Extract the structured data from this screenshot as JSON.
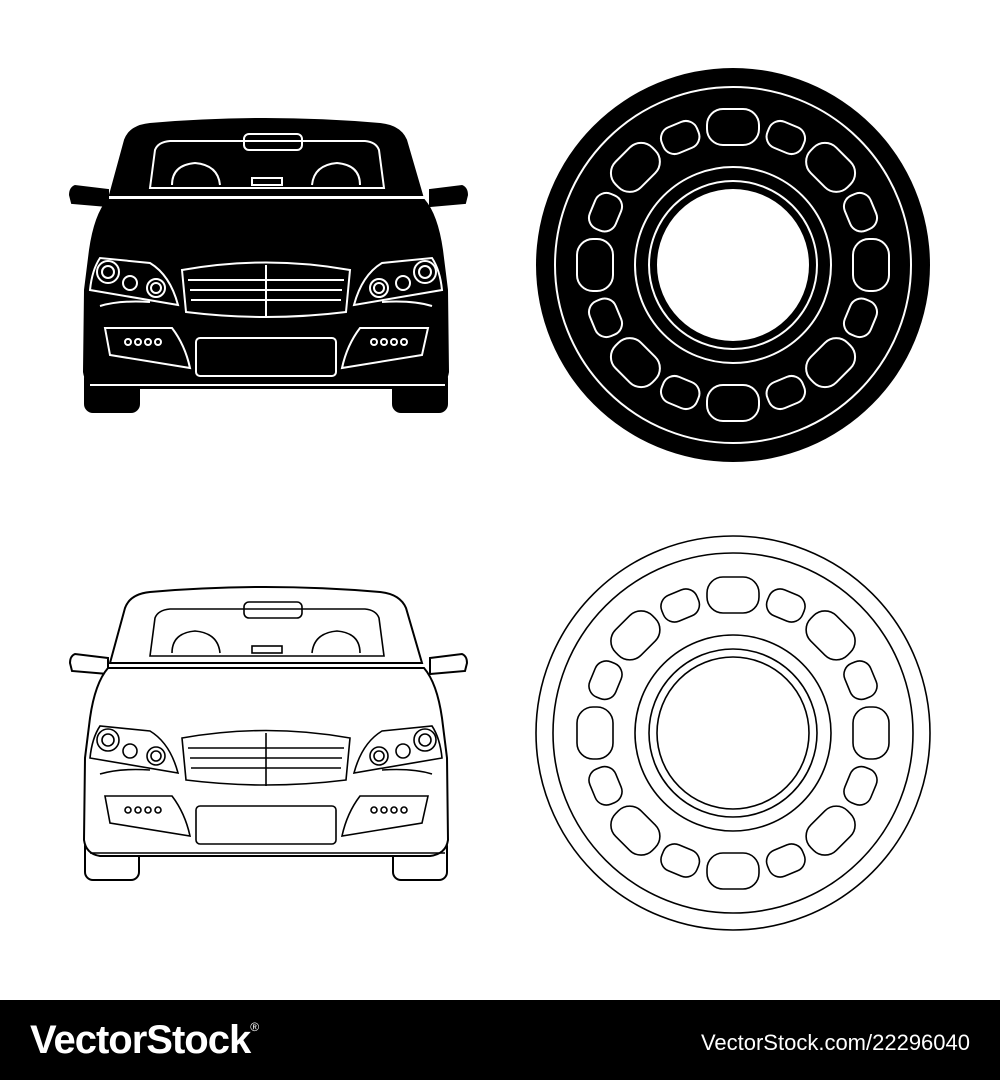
{
  "icons": [
    {
      "name": "car-front-solid-icon",
      "style": "solid"
    },
    {
      "name": "ball-bearing-solid-icon",
      "style": "solid"
    },
    {
      "name": "car-front-outline-icon",
      "style": "outline"
    },
    {
      "name": "ball-bearing-outline-icon",
      "style": "outline"
    }
  ],
  "footer": {
    "brand": "VectorStock",
    "trademark": "®",
    "stock_id": "VectorStock.com/22296040"
  },
  "colors": {
    "ink": "#000000",
    "paper": "#ffffff",
    "footer_bg": "#000000"
  }
}
